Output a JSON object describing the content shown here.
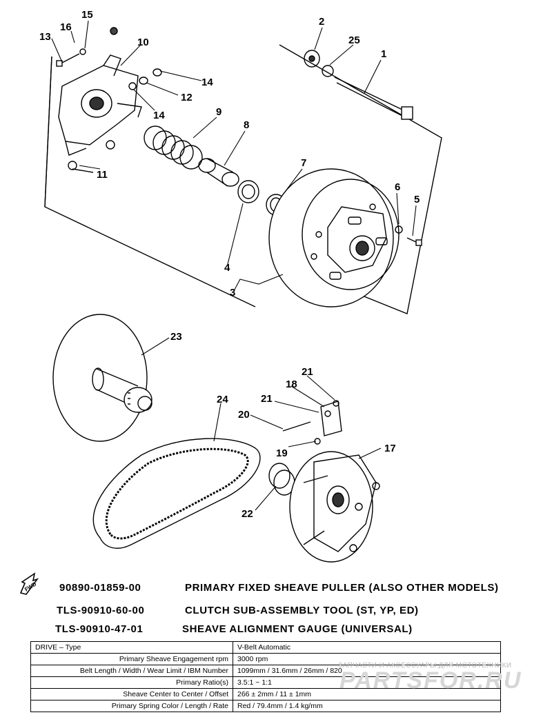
{
  "callouts": {
    "c1": "1",
    "c2": "2",
    "c3": "3",
    "c4": "4",
    "c5": "5",
    "c6": "6",
    "c7": "7",
    "c8": "8",
    "c9": "9",
    "c10": "10",
    "c11": "11",
    "c12": "12",
    "c13": "13",
    "c14a": "14",
    "c14b": "14",
    "c15": "15",
    "c16": "16",
    "c17": "17",
    "c18": "18",
    "c19": "19",
    "c20": "20",
    "c21a": "21",
    "c21b": "21",
    "c22": "22",
    "c23": "23",
    "c24": "24",
    "c25": "25"
  },
  "fwd_icon": "fwd-arrow-icon",
  "tools": [
    {
      "number": "90890-01859-00",
      "description": "PRIMARY FIXED SHEAVE PULLER (ALSO OTHER MODELS)"
    },
    {
      "number": "TLS-90910-60-00",
      "description": "CLUTCH SUB-ASSEMBLY TOOL (ST, YP, ED)"
    },
    {
      "number": "TLS-90910-47-01",
      "description": "SHEAVE ALIGNMENT GAUGE (UNIVERSAL)"
    }
  ],
  "spec_table": {
    "header": {
      "label": "DRIVE – Type",
      "value": "V-Belt Automatic"
    },
    "rows": [
      {
        "label": "Primary Sheave Engagement rpm",
        "value": "3000 rpm"
      },
      {
        "label": "Belt Length / Width / Wear Limit / IBM Number",
        "value": "1099mm / 31.6mm / 26mm / 820"
      },
      {
        "label": "Primary Ratio(s)",
        "value": "3.5:1 ~ 1:1"
      },
      {
        "label": "Sheave Center to Center / Offset",
        "value": "266 ± 2mm / 11 ± 1mm"
      },
      {
        "label": "Primary Spring Color / Length / Rate",
        "value": "Red / 79.4mm / 1.4 kg/mm"
      }
    ]
  },
  "watermark": {
    "line1": "ЗАПЧАСТИ И АКСЕССУАРЫ ДЛЯ МОТОТЕХНИКИ",
    "line2": "PARTSFOR.RU"
  }
}
